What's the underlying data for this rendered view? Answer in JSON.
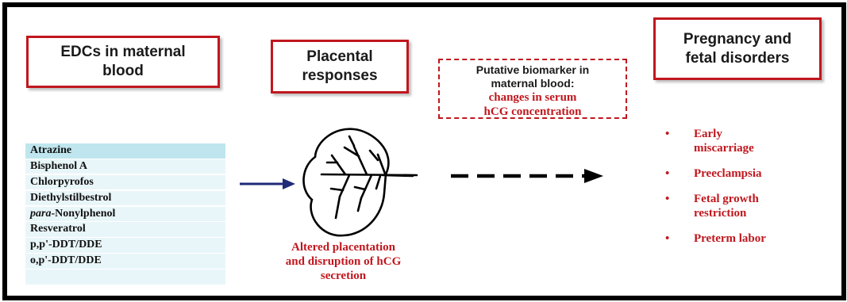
{
  "headers": {
    "edcs": "EDCs in maternal\nblood",
    "placental": "Placental\nresponses",
    "pregnancy": "Pregnancy and\nfetal disorders"
  },
  "biomarker": {
    "line1": "Putative biomarker in",
    "line2": "maternal blood:",
    "line3": "changes in serum",
    "line4": "hCG concentration"
  },
  "edc_list": [
    {
      "label": "Atrazine"
    },
    {
      "label": "Bisphenol A"
    },
    {
      "label": "Chlorpyrofos"
    },
    {
      "label": "Diethylstilbestrol"
    },
    {
      "prefix": "para",
      "label": "-Nonylphenol"
    },
    {
      "label": "Resveratrol"
    },
    {
      "label": "p,p'-DDT/DDE"
    },
    {
      "label": "o,p'-DDT/DDE"
    },
    {
      "label": ""
    }
  ],
  "placenta_caption": {
    "line1": "Altered placentation",
    "line2": "and disruption of hCG",
    "line3": "secretion"
  },
  "disorders": [
    {
      "bullet": "•",
      "line1": "Early",
      "line2": "miscarriage"
    },
    {
      "bullet": "•",
      "line1": "Preeclampsia",
      "line2": ""
    },
    {
      "bullet": "•",
      "line1": "Fetal growth",
      "line2": "restriction"
    },
    {
      "bullet": "•",
      "line1": "Preterm labor",
      "line2": ""
    }
  ],
  "colors": {
    "accent_red": "#c0171e",
    "arrow_navy": "#1f2a78",
    "list_highlight": "#bfe6ee",
    "list_row": "#e9f6f9"
  }
}
